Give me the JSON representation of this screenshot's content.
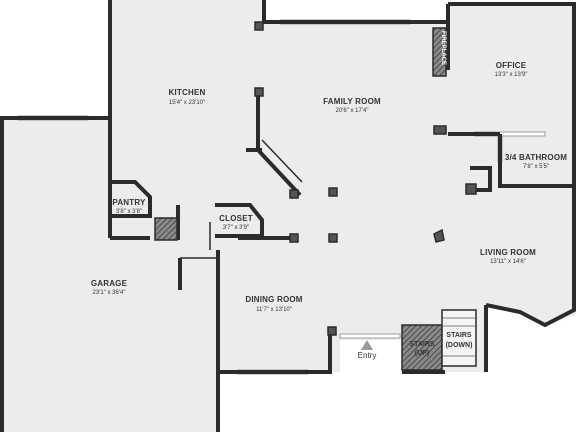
{
  "rooms": {
    "kitchen": {
      "name": "KITCHEN",
      "dims": "15'4\" x 23'10\""
    },
    "family_room": {
      "name": "FAMILY ROOM",
      "dims": "20'6\" x 17'4\""
    },
    "office": {
      "name": "OFFICE",
      "dims": "13'3\" x 13'9\""
    },
    "bathroom": {
      "name": "3/4 BATHROOM",
      "dims": "7'8\" x 5'5\""
    },
    "pantry": {
      "name": "PANTRY",
      "dims": "3'8\" x 3'8\""
    },
    "closet": {
      "name": "CLOSET",
      "dims": "3'7\" x 3'9\""
    },
    "living_room": {
      "name": "LIVING ROOM",
      "dims": "13'11\" x 14'6\""
    },
    "garage": {
      "name": "GARAGE",
      "dims": "23'1\" x 36'4\""
    },
    "dining_room": {
      "name": "DINING ROOM",
      "dims": "11'7\" x 13'10\""
    }
  },
  "labels": {
    "fireplace": "FIREPLACE",
    "stairs_up_line1": "STAIRS",
    "stairs_up_line2": "(UP)",
    "stairs_down_line1": "STAIRS",
    "stairs_down_line2": "(DOWN)",
    "entry": "Entry"
  }
}
